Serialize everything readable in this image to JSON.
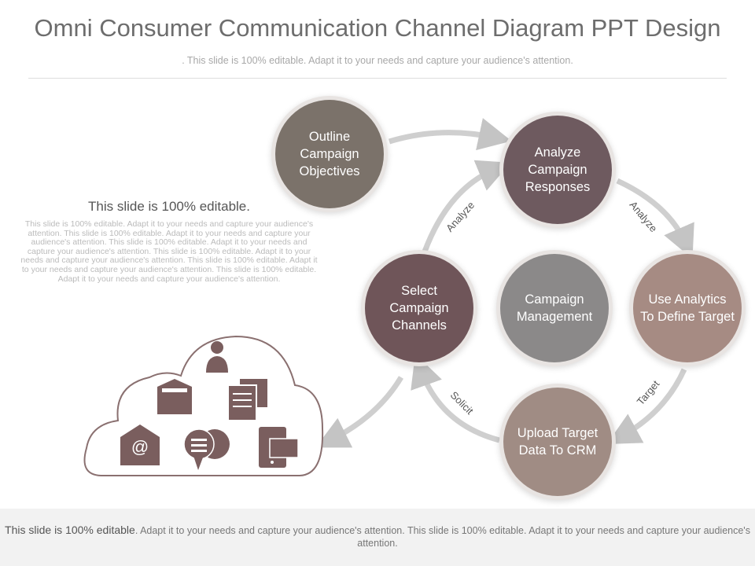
{
  "title": "Omni Consumer Communication Channel Diagram PPT Design",
  "subtitle": ". This slide is 100% editable. Adapt it to your needs and capture your audience's attention.",
  "side": {
    "heading": "This slide is 100% editable.",
    "body": "This slide is 100% editable. Adapt it to your needs and capture your audience's attention. This slide is 100% editable. Adapt it to your needs and capture your audience's attention. This slide is 100% editable. Adapt it to your needs and capture your audience's attention. This slide is 100% editable. Adapt it to your needs and capture your audience's attention. This slide is 100% editable. Adapt it to your needs and capture your audience's attention. This slide is 100% editable. Adapt it to your needs and capture your audience's attention."
  },
  "nodes": {
    "outline": "Outline Campaign Objectives",
    "analyze": "Analyze Campaign Responses",
    "select": "Select Campaign Channels",
    "center": "Campaign Management",
    "analytics": "Use Analytics To Define Target",
    "upload": "Upload Target Data To CRM"
  },
  "arrow_labels": {
    "a1": "Analyze",
    "a2": "Analyze",
    "target": "Target",
    "solicit": "Solicit"
  },
  "footer": {
    "lead": "This slide is 100% editable",
    "rest": ". Adapt it to your needs and capture your audience's attention. This slide is 100% editable. Adapt it to your needs and capture your audience's attention."
  },
  "icons": [
    "person-icon",
    "open-envelope-icon",
    "documents-icon",
    "email-at-icon",
    "chat-bubbles-icon",
    "mobile-mail-icon"
  ]
}
